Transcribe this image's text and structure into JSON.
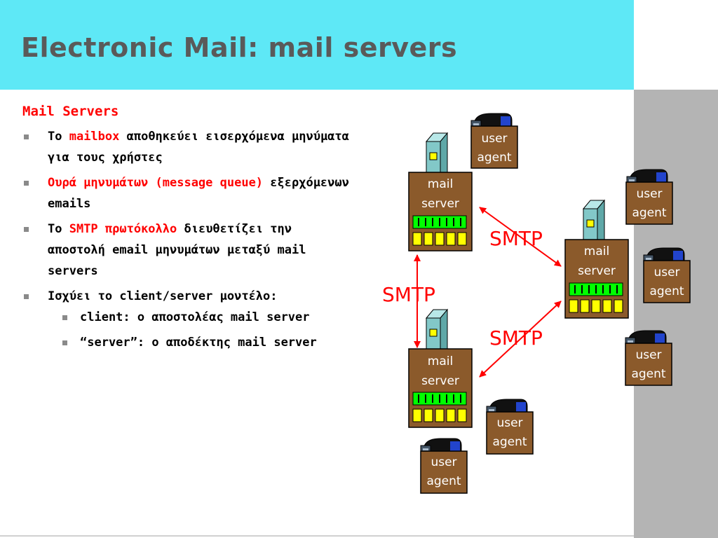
{
  "title": "Electronic Mail: mail servers",
  "section_heading": "Mail Servers",
  "bullets": [
    {
      "pre": "Το ",
      "highlight": "mailbox",
      "post": " αποθηκεύει εισερχόμενα μηνύματα για τους χρήστες"
    },
    {
      "pre": "",
      "highlight": "Ουρά μηνυμάτων (message queue)",
      "post": " εξερχόμενων emails"
    },
    {
      "pre": "Το ",
      "highlight": "SMTP πρωτόκολλο",
      "post": " διευθετίζει την αποστολή email μηνυμάτων μεταξύ mail servers"
    },
    {
      "pre": "",
      "highlight": "",
      "post": "Ισχύει το client/server μοντέλο:"
    }
  ],
  "sub_bullets": [
    "client: ο αποστολέας mail server",
    "“server”: ο αποδέκτης mail server"
  ],
  "diagram": {
    "mail_server_lines": [
      "mail",
      "server"
    ],
    "user_agent_lines": [
      "user",
      "agent"
    ],
    "protocol_label": "SMTP"
  },
  "colors": {
    "header_bg": "#5ee8f6",
    "title_text": "#5a5a5a",
    "highlight_red": "#ff0000",
    "server_box": "#8b5a2b",
    "queue_green": "#00ff00",
    "mailbox_yellow": "#ffff00",
    "tower_teal": "#82c8c8",
    "side_gray": "#b4b4b4"
  }
}
